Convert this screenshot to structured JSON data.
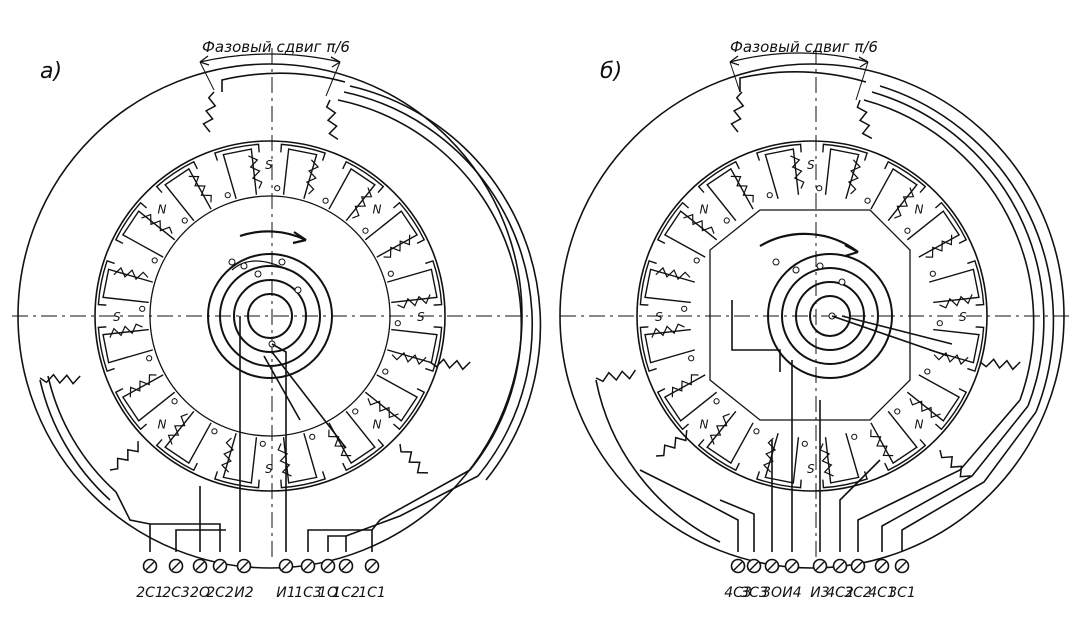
{
  "diagrams": [
    {
      "id": "a",
      "label": "а)",
      "phase_shift": "Фазовый сдвиг π/6",
      "pole_labels": [
        "S",
        "N",
        "S",
        "N",
        "S",
        "N",
        "S",
        "N"
      ],
      "terminals": [
        "2C1",
        "2C3",
        "2O",
        "2C2",
        "И2",
        "И1",
        "1C3",
        "1O",
        "1C2",
        "1C1"
      ]
    },
    {
      "id": "b",
      "label": "б)",
      "phase_shift": "Фазовый сдвиг π/6",
      "pole_labels": [
        "S",
        "N",
        "S",
        "N",
        "S",
        "N",
        "S",
        "N"
      ],
      "terminals": [
        "4C3",
        "3C3",
        "3O",
        "И4",
        "И3",
        "4C2",
        "3C2",
        "4C1",
        "3C1"
      ]
    }
  ]
}
